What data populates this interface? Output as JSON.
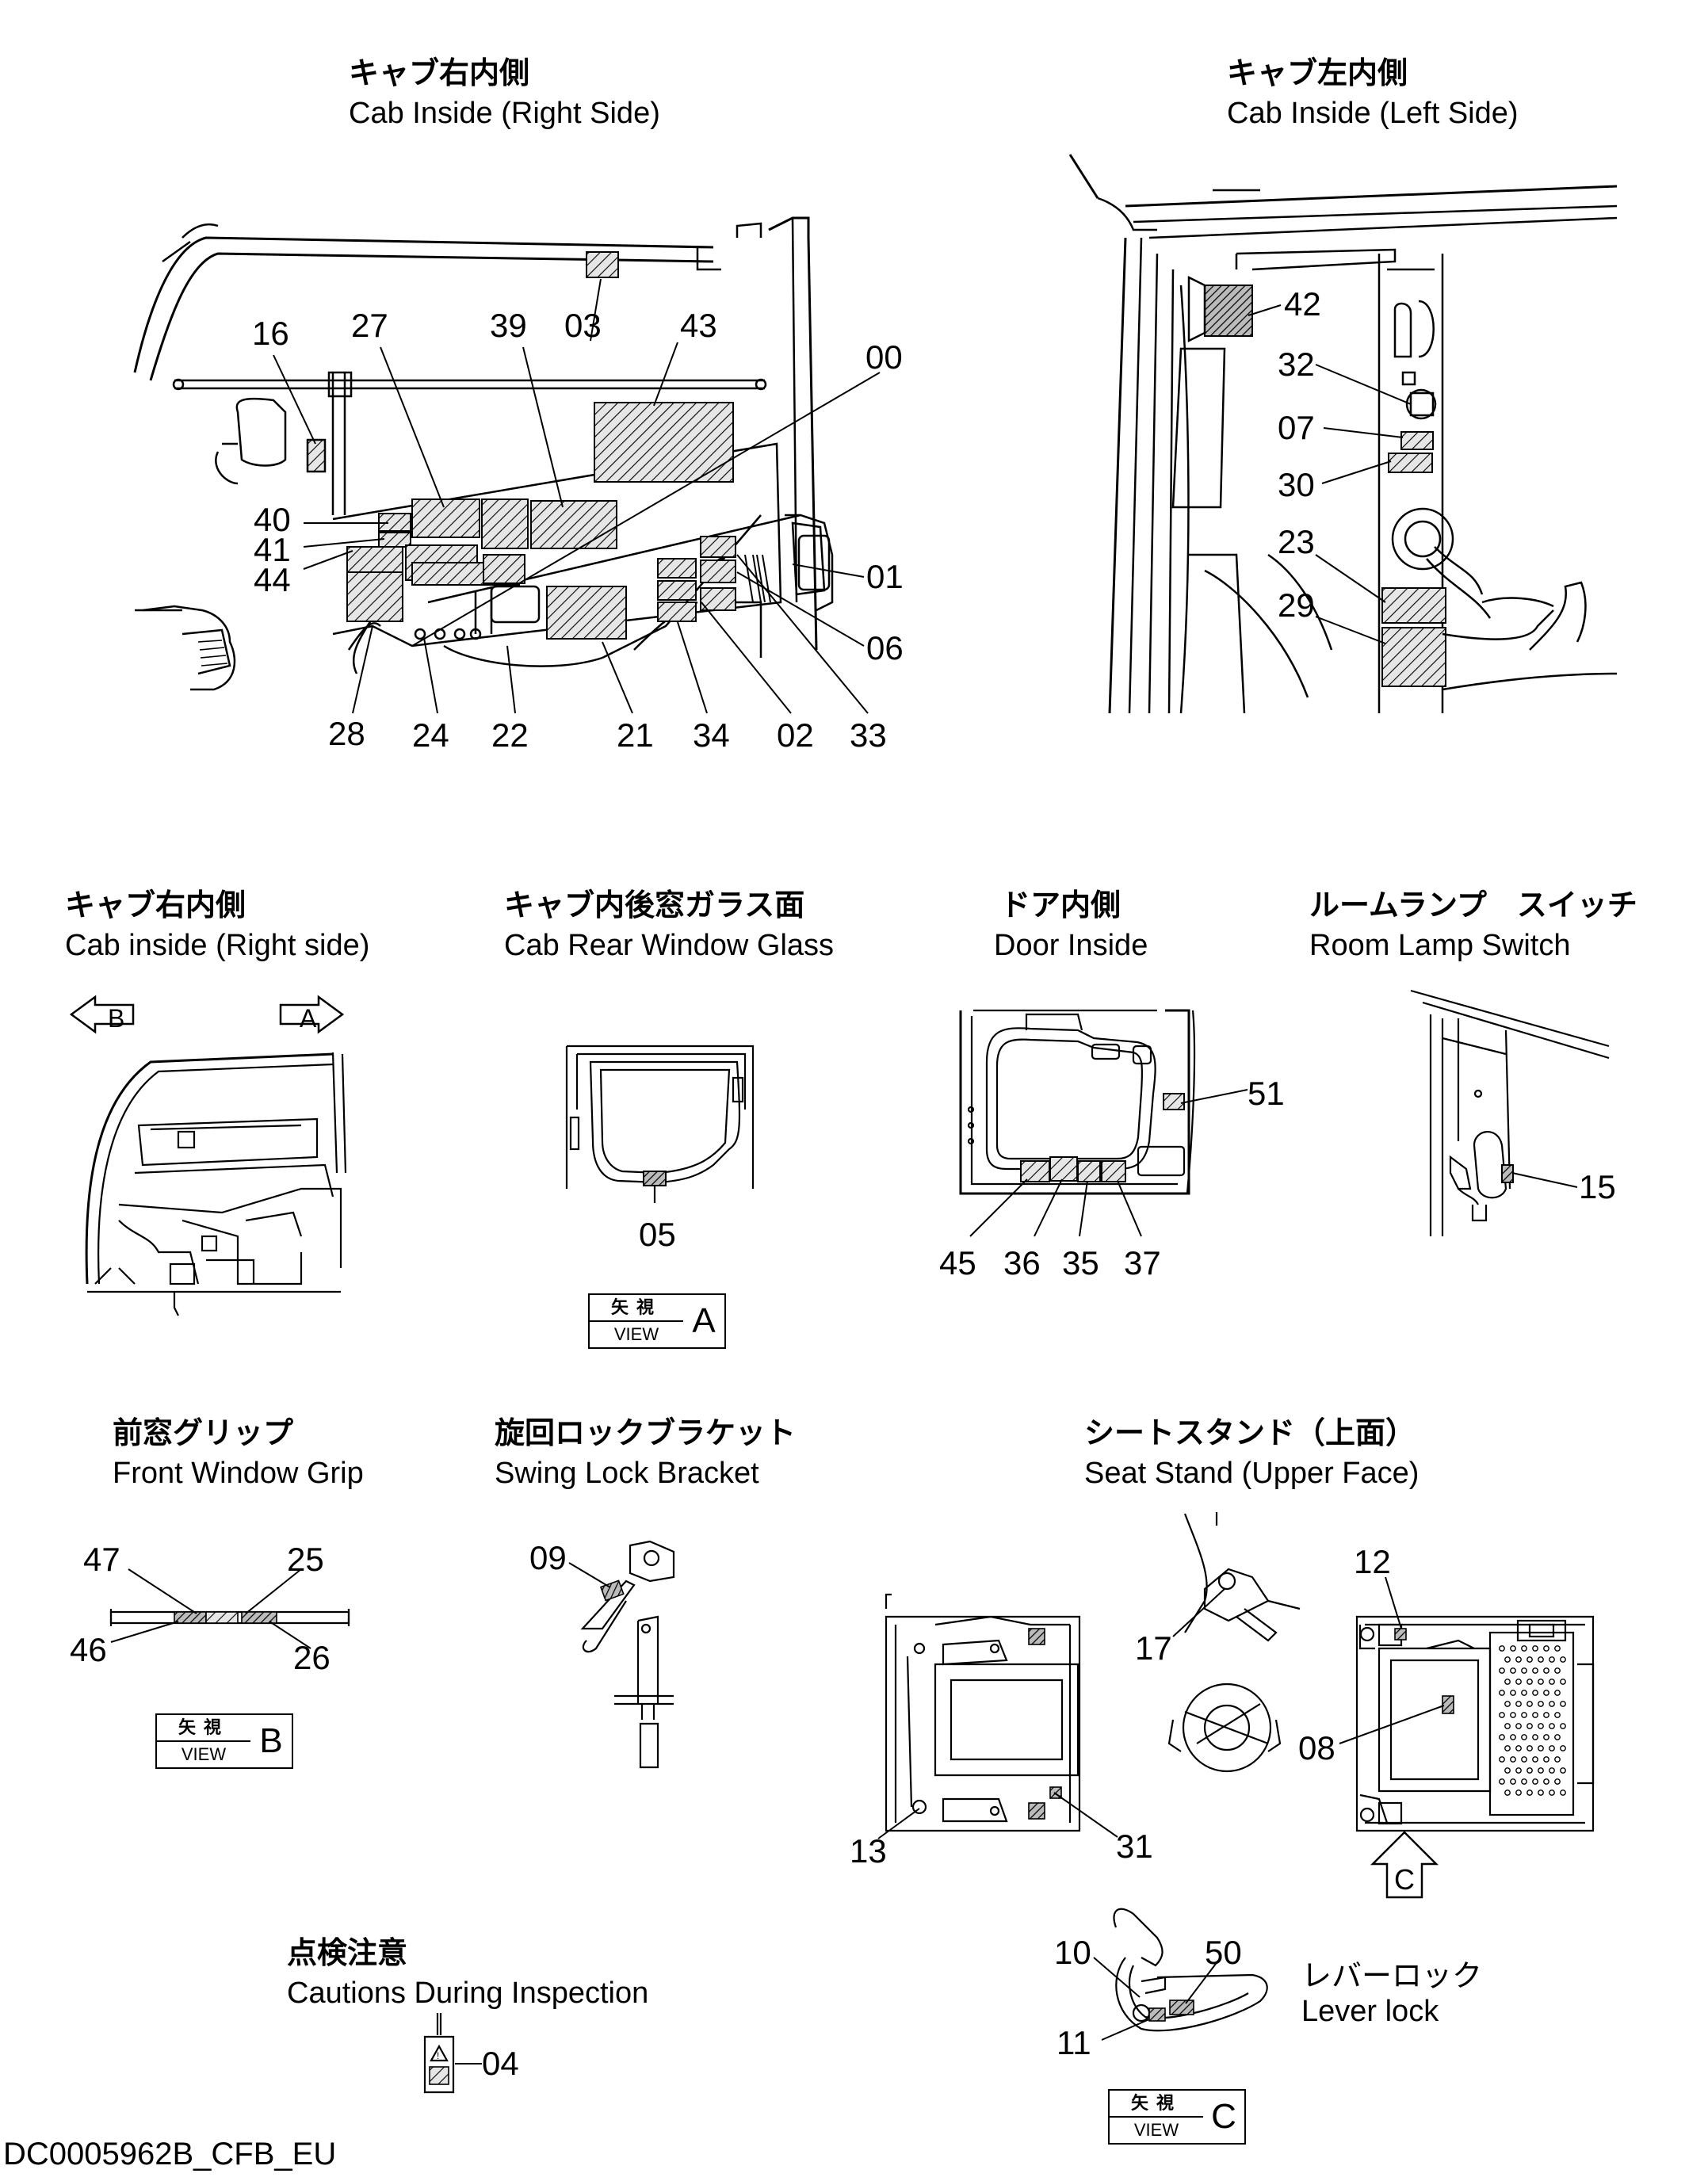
{
  "panels": {
    "cab_right": {
      "jp": "キャブ右内側",
      "en": "Cab Inside (Right Side)"
    },
    "cab_left": {
      "jp": "キャブ左内側",
      "en": "Cab Inside (Left Side)"
    },
    "cab_right_small": {
      "jp": "キャブ右内側",
      "en": "Cab inside (Right side)"
    },
    "rear_window": {
      "jp": "キャブ内後窓ガラス面",
      "en": "Cab Rear Window Glass"
    },
    "door_inside": {
      "jp": "ドア内側",
      "en": "Door Inside"
    },
    "room_lamp": {
      "jp": "ルームランプ　スイッチ",
      "en": "Room Lamp Switch"
    },
    "front_grip": {
      "jp": "前窓グリップ",
      "en": "Front Window Grip"
    },
    "swing_lock": {
      "jp": "旋回ロックブラケット",
      "en": "Swing Lock Bracket"
    },
    "seat_stand": {
      "jp": "シートスタンド（上面）",
      "en": "Seat Stand (Upper Face)"
    },
    "inspection": {
      "jp": "点検注意",
      "en": "Cautions During Inspection"
    },
    "lever_lock": {
      "jp": "レバーロック",
      "en": "Lever lock"
    }
  },
  "view_markers": {
    "jp": "矢視",
    "en": "VIEW",
    "arrow_b": "B",
    "arrow_a": "A",
    "arrow_c": "C",
    "box_a": "A",
    "box_b": "B",
    "box_c": "C"
  },
  "callouts": {
    "cab_right": [
      "16",
      "27",
      "39",
      "03",
      "43",
      "00",
      "40",
      "41",
      "44",
      "01",
      "06",
      "28",
      "24",
      "22",
      "21",
      "34",
      "02",
      "33"
    ],
    "cab_left": [
      "42",
      "32",
      "07",
      "30",
      "23",
      "29"
    ],
    "rear_window": [
      "05"
    ],
    "door": [
      "51",
      "45",
      "36",
      "35",
      "37"
    ],
    "room_lamp": [
      "15"
    ],
    "grip": [
      "47",
      "25",
      "46",
      "26"
    ],
    "swing_lock": [
      "09"
    ],
    "seat_stand": [
      "12",
      "17",
      "08",
      "13",
      "31"
    ],
    "inspection": [
      "04"
    ],
    "lever_lock": [
      "10",
      "50",
      "11"
    ]
  },
  "drawing_code": "DC0005962B_CFB_EU"
}
